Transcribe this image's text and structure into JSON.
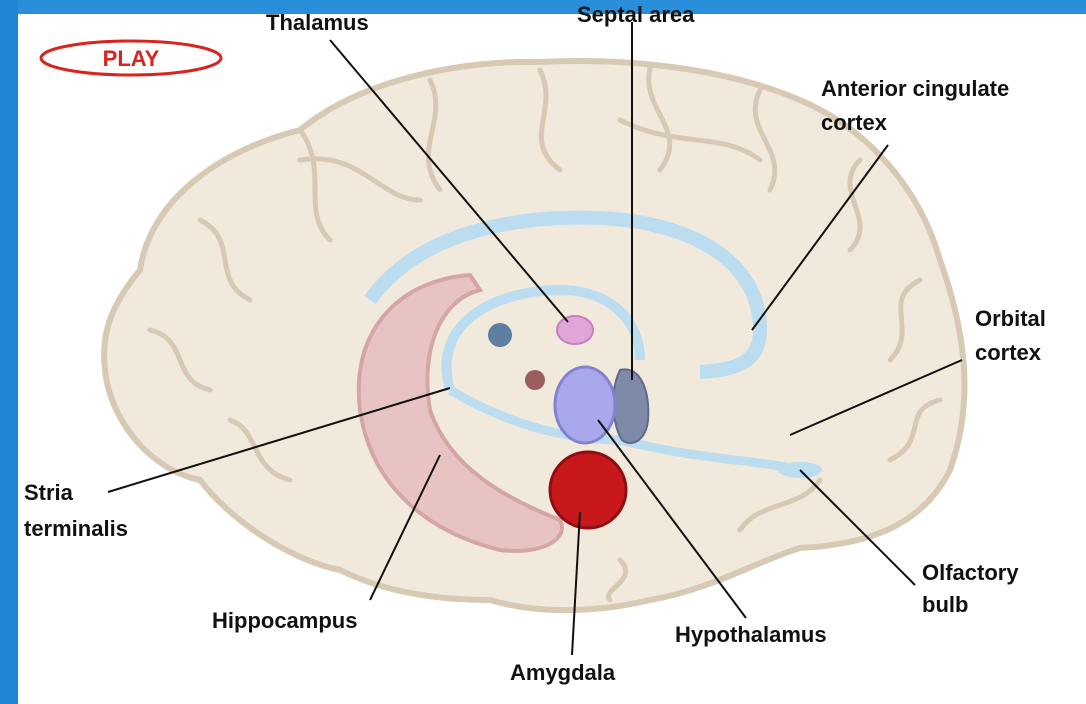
{
  "play_label": "PLAY",
  "labels": {
    "thalamus": "Thalamus",
    "septal_area": "Septal area",
    "anterior_cingulate_1": "Anterior cingulate",
    "anterior_cingulate_2": "cortex",
    "orbital_1": "Orbital",
    "orbital_2": "cortex",
    "stria_1": "Stria",
    "stria_2": "terminalis",
    "hippocampus": "Hippocampus",
    "amygdala": "Amygdala",
    "hypothalamus": "Hypothalamus",
    "olfactory_1": "Olfactory",
    "olfactory_2": "bulb"
  },
  "colors": {
    "frame": "#1f86d6",
    "brain_fill": "#f1e9dc",
    "brain_outline": "#d8c9b4",
    "fornix": "#bcdcf0",
    "hippocampus": "#e8c3c3",
    "amygdala": "#c8181c",
    "hypothalamus": "#a9a8ec",
    "thalamus": "#e0a6d8",
    "septal": "#7e8aa8",
    "play": "#d8231f"
  }
}
